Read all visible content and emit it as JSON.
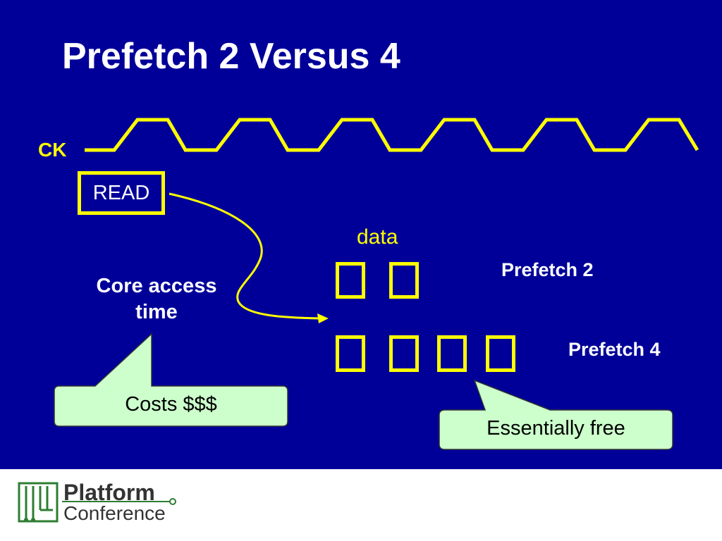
{
  "slide": {
    "title": "Prefetch 2 Versus 4",
    "clock_label": "CK",
    "read_label": "READ",
    "data_label": "data",
    "core_access_line1": "Core access",
    "core_access_line2": "time",
    "prefetch2_label": "Prefetch 2",
    "prefetch4_label": "Prefetch 4",
    "costs_callout": "Costs $$$",
    "free_callout": "Essentially free",
    "prefetch2_cells": 2,
    "prefetch4_cells": 4
  },
  "footer": {
    "logo_word1": "Platform",
    "logo_word2": "Conference"
  },
  "colors": {
    "background": "#000099",
    "accent": "#ffff00",
    "callout_fill": "#ccffcc",
    "text": "#ffffff"
  }
}
